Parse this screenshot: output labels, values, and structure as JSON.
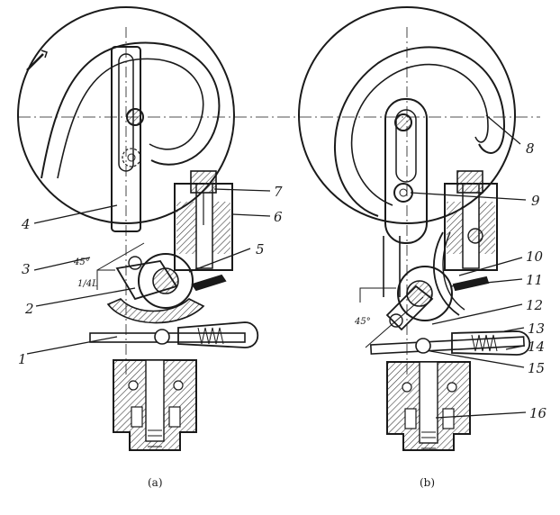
{
  "figure": {
    "panel_a": {
      "caption": "(a)",
      "part_numbers": [
        "1",
        "2",
        "3",
        "4",
        "5",
        "6",
        "7"
      ],
      "angle_label": "45°",
      "side_label": "1/4L"
    },
    "panel_b": {
      "caption": "(b)",
      "part_numbers": [
        "8",
        "9",
        "10",
        "11",
        "12",
        "13",
        "14",
        "15",
        "16"
      ],
      "angle_label": "45°"
    }
  },
  "colors": {
    "ink": "#1a1a1a",
    "hatch": "#3a3a3a",
    "paper": "#ffffff"
  }
}
